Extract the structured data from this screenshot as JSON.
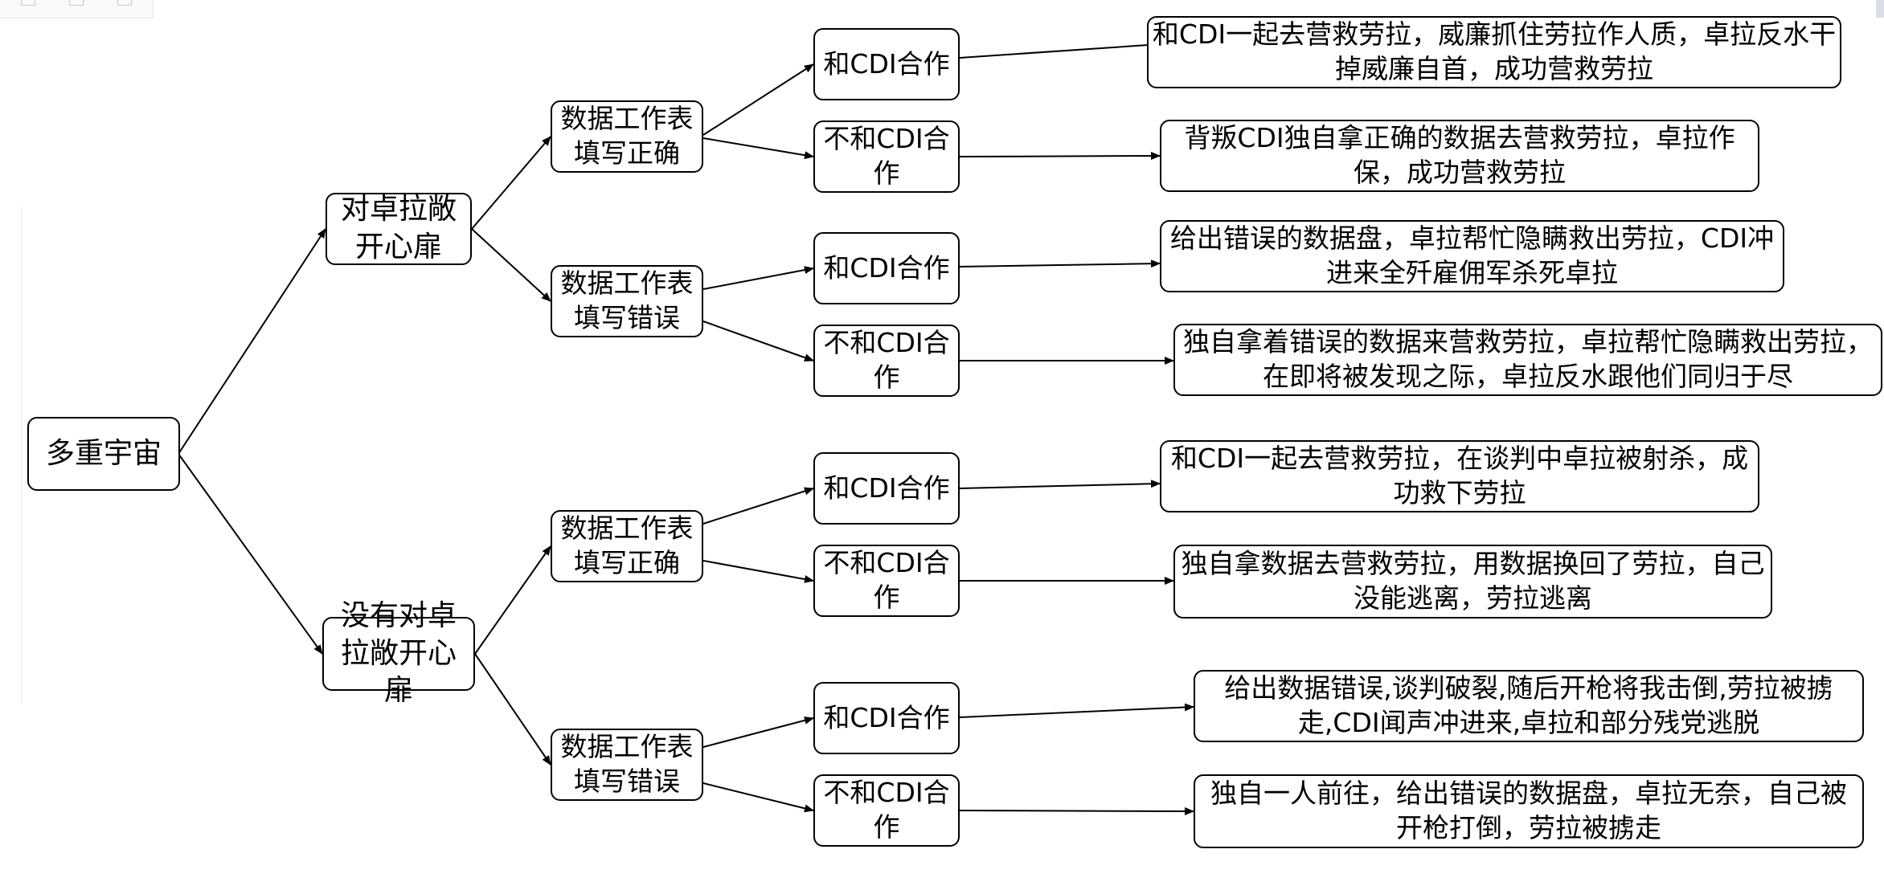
{
  "diagram": {
    "root": "多重宇宙",
    "branches": [
      {
        "label": "对卓拉敞开心扉",
        "children": [
          {
            "label": "数据工作表填写正确",
            "children": [
              {
                "label": "和CDI合作",
                "outcome": "和CDI一起去营救劳拉，威廉抓住劳拉作人质，卓拉反水干掉威廉自首，成功营救劳拉"
              },
              {
                "label": "不和CDI合作",
                "outcome": "背叛CDI独自拿正确的数据去营救劳拉，卓拉作保，成功营救劳拉"
              }
            ]
          },
          {
            "label": "数据工作表填写错误",
            "children": [
              {
                "label": "和CDI合作",
                "outcome": "给出错误的数据盘，卓拉帮忙隐瞒救出劳拉，CDI冲进来全歼雇佣军杀死卓拉"
              },
              {
                "label": "不和CDI合作",
                "outcome": "独自拿着错误的数据来营救劳拉，卓拉帮忙隐瞒救出劳拉，在即将被发现之际，卓拉反水跟他们同归于尽"
              }
            ]
          }
        ]
      },
      {
        "label": "没有对卓拉敞开心扉",
        "children": [
          {
            "label": "数据工作表填写正确",
            "children": [
              {
                "label": "和CDI合作",
                "outcome": "和CDI一起去营救劳拉，在谈判中卓拉被射杀，成功救下劳拉"
              },
              {
                "label": "不和CDI合作",
                "outcome": "独自拿数据去营救劳拉，用数据换回了劳拉，自己没能逃离，劳拉逃离"
              }
            ]
          },
          {
            "label": "数据工作表填写错误",
            "children": [
              {
                "label": "和CDI合作",
                "outcome": "给出数据错误,谈判破裂,随后开枪将我击倒,劳拉被掳走,CDI闻声冲进来,卓拉和部分残党逃脱"
              },
              {
                "label": "不和CDI合作",
                "outcome": "独自一人前往，给出错误的数据盘，卓拉无奈，自己被开枪打倒，劳拉被掳走"
              }
            ]
          }
        ]
      }
    ]
  }
}
